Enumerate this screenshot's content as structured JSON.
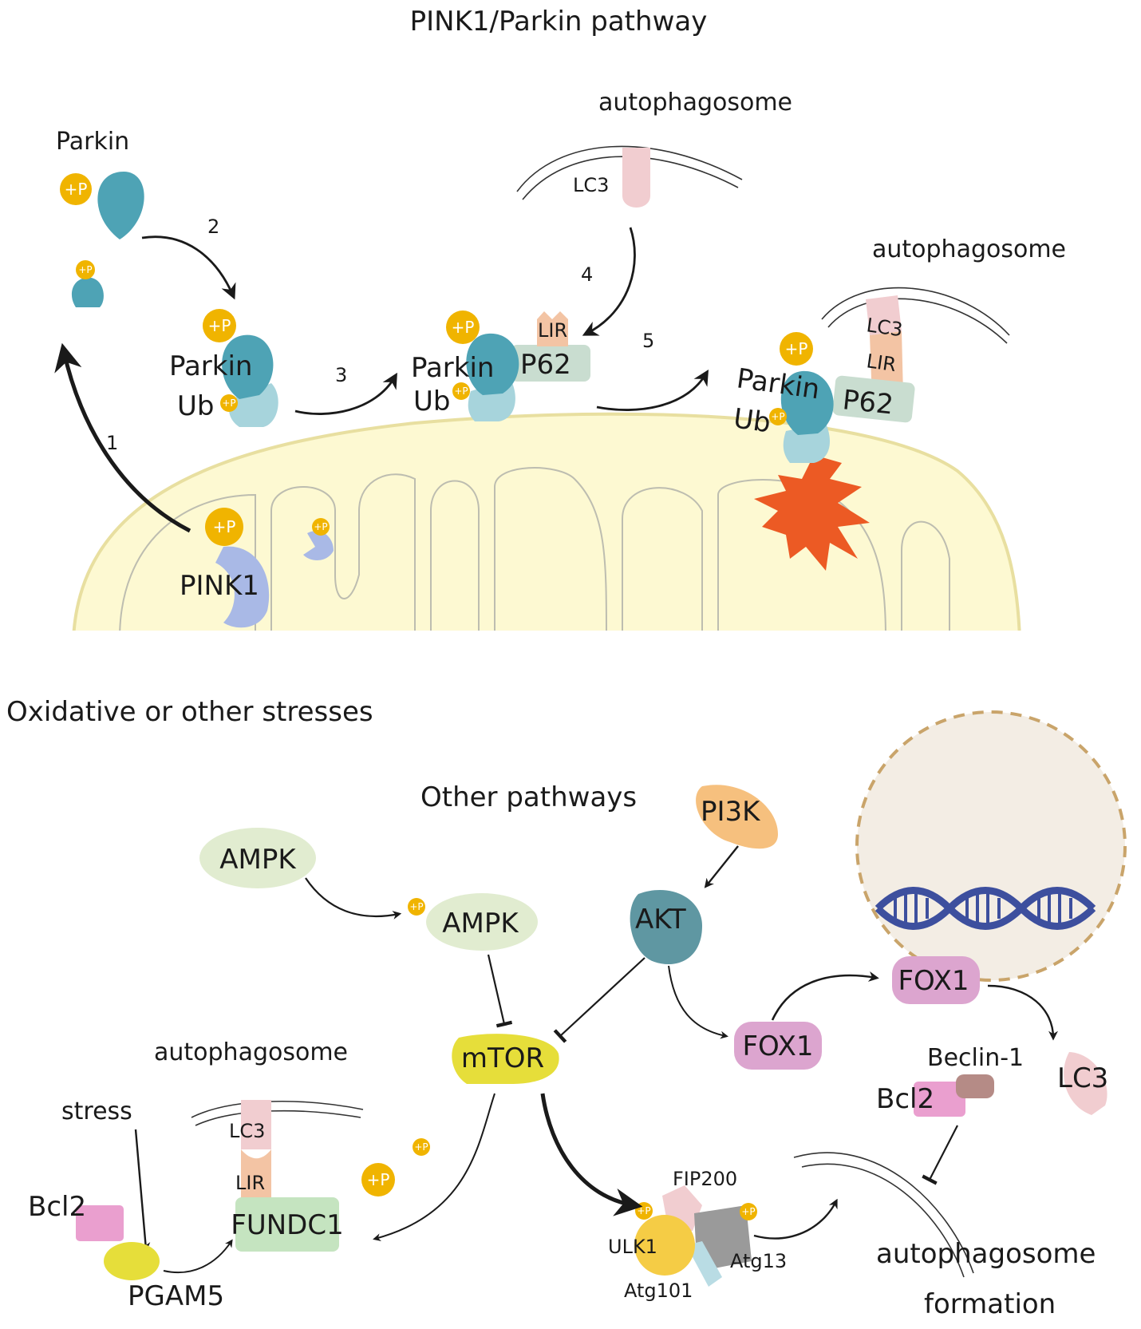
{
  "top": {
    "title": "PINK1/Parkin pathway",
    "labels": {
      "parkin_free": "Parkin",
      "parkin_bound": "Parkin",
      "ub_bound": "Ub",
      "parkin_mid": "Parkin",
      "ub_mid": "Ub",
      "p62_mid": "P62",
      "lir_mid": "LIR",
      "lc3_top": "LC3",
      "autophagosome_top": "autophagosome",
      "autophagosome_right": "autophagosome",
      "lc3_right": "LC3",
      "lir_right": "LIR",
      "parkin_right": "Parkin",
      "p62_right": "P62",
      "ub_right": "Ub",
      "pink1": "PINK1",
      "phospho": "+P"
    },
    "steps": [
      "1",
      "2",
      "3",
      "4",
      "5"
    ]
  },
  "bottom": {
    "section_title": "Oxidative or other stresses",
    "other_pathways": "Other pathways",
    "labels": {
      "ampk1": "AMPK",
      "ampk2": "AMPK",
      "pi3k": "PI3K",
      "akt": "AKT",
      "mtor": "mTOR",
      "fox1_cyto": "FOX1",
      "fox1_nuc": "FOX1",
      "beclin1": "Beclin-1",
      "bcl2_right": "Bcl2",
      "lc3_right": "LC3",
      "autophagosome_left": "autophagosome",
      "stress": "stress",
      "bcl2_left": "Bcl2",
      "pgam5": "PGAM5",
      "lc3_left": "LC3",
      "lir_left": "LIR",
      "fundc1": "FUNDC1",
      "fip200": "FIP200",
      "ulk1": "ULK1",
      "atg13": "Atg13",
      "atg101": "Atg101",
      "autophagosome_formation_1": "autophagosome",
      "autophagosome_formation_2": "formation",
      "phospho": "+P"
    }
  },
  "colors": {
    "phospho": "#f0b400",
    "parkin": "#4ea3b5",
    "ub": "#a7d4dc",
    "p62": "#c9ddd0",
    "lir": "#f3c4a4",
    "lc3": "#f1cdd0",
    "pink1": "#a9b9e6",
    "mito_fill": "#fdf9d2",
    "mito_stroke": "#e8dfa0",
    "damage": "#ec5a24",
    "ampk": "#e1ecd0",
    "pi3k": "#f6c07e",
    "akt": "#5f97a2",
    "mtor": "#e6de3a",
    "fox1": "#dca5cf",
    "nucleus": "#f3ede4",
    "nucleus_border": "#c9a46a",
    "dna": "#3d4f9e",
    "bcl2": "#ea9fcf",
    "beclin": "#b58b86",
    "fundc1": "#c5e4c0",
    "pgam5": "#e6de3a"
  }
}
